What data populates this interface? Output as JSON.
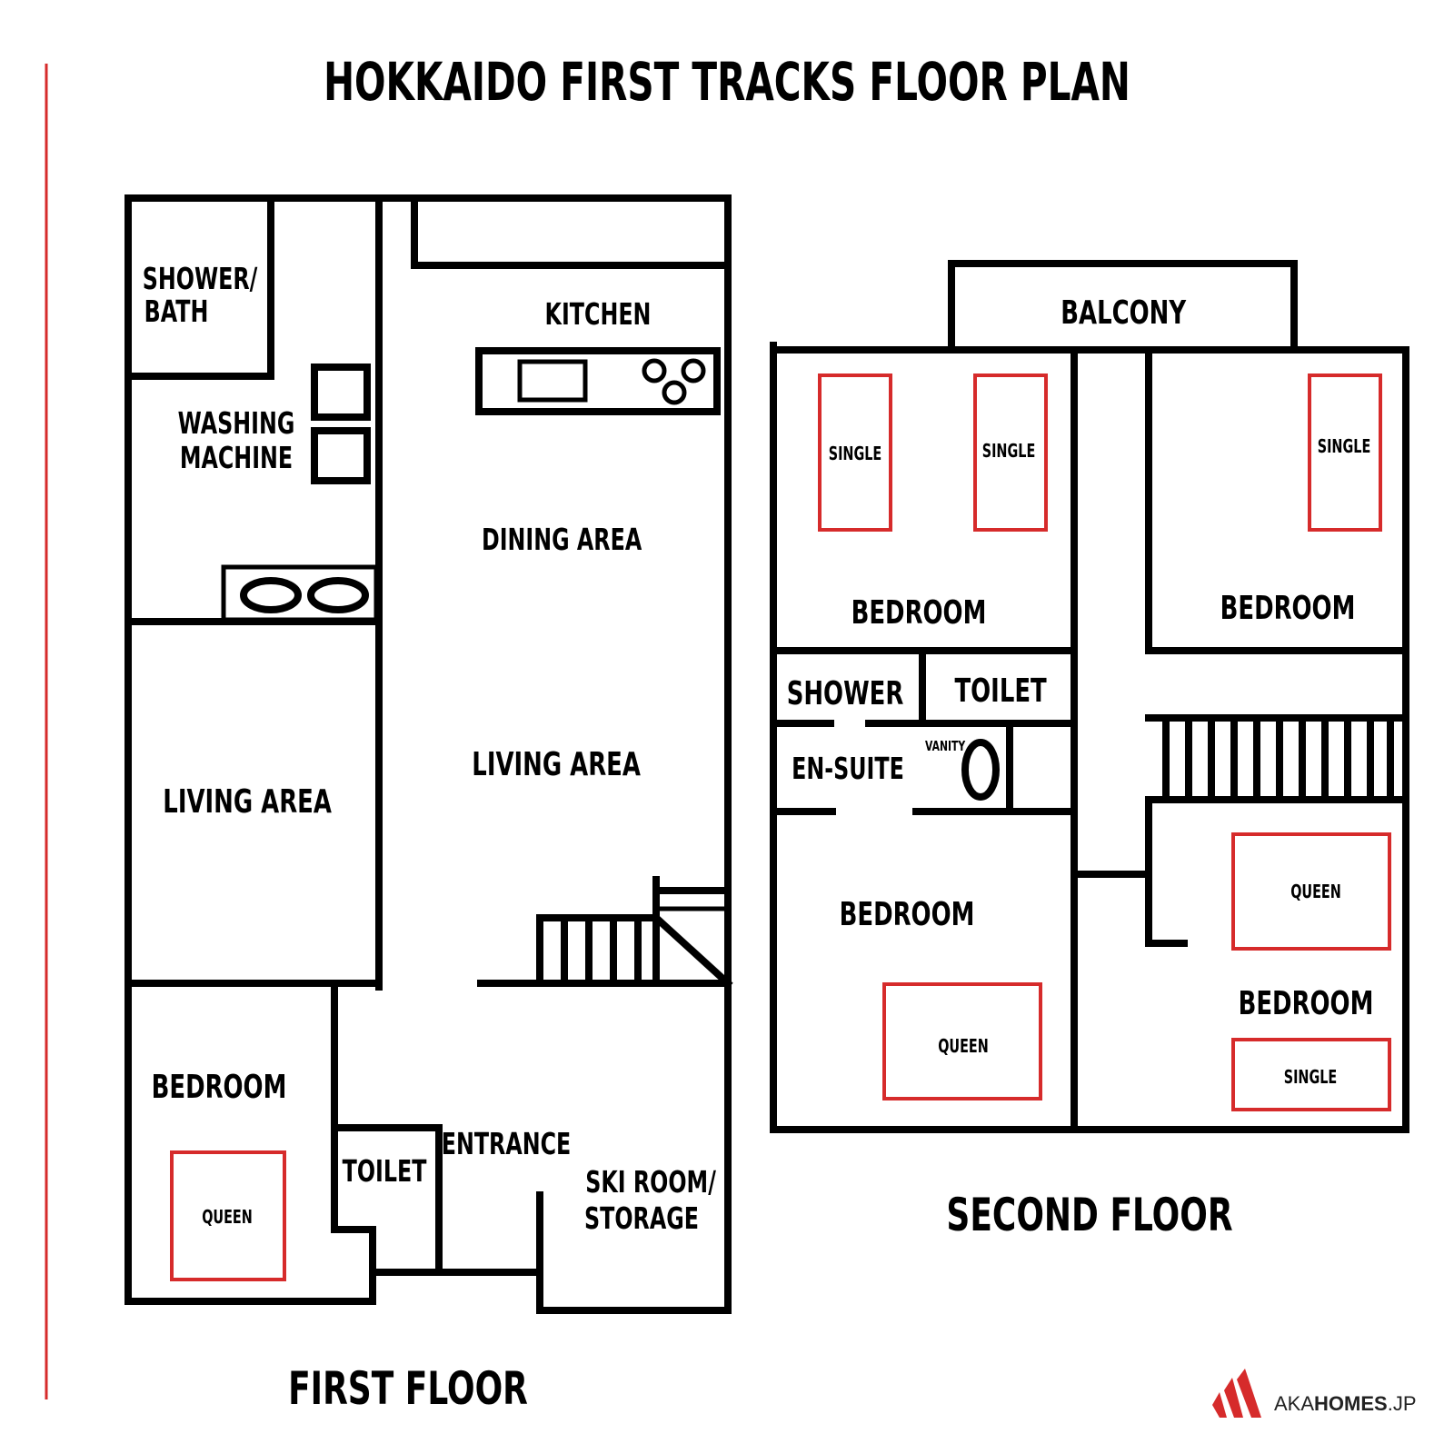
{
  "title": "HOKKAIDO FIRST TRACKS FLOOR PLAN",
  "colors": {
    "accent": "#d62b2b",
    "wall": "#000000",
    "background": "#ffffff"
  },
  "first_floor": {
    "label": "FIRST FLOOR",
    "rooms": {
      "shower_bath_line1": "SHOWER/",
      "shower_bath_line2": "BATH",
      "washing_line1": "WASHING",
      "washing_line2": "MACHINE",
      "kitchen": "KITCHEN",
      "dining": "DINING AREA",
      "living_left": "LIVING AREA",
      "living_center": "LIVING AREA",
      "bedroom": "BEDROOM",
      "toilet": "TOILET",
      "entrance": "ENTRANCE",
      "ski_line1": "SKI ROOM/",
      "ski_line2": "STORAGE"
    },
    "beds": {
      "bedroom_bed": "QUEEN"
    }
  },
  "second_floor": {
    "label": "SECOND FLOOR",
    "rooms": {
      "balcony": "BALCONY",
      "bedroom_nw": "BEDROOM",
      "bedroom_ne": "BEDROOM",
      "shower": "SHOWER",
      "toilet": "TOILET",
      "vanity": "VANITY",
      "en_suite": "EN-SUITE",
      "bedroom_sw": "BEDROOM",
      "bedroom_se": "BEDROOM"
    },
    "beds": {
      "nw_bed_1": "SINGLE",
      "nw_bed_2": "SINGLE",
      "ne_bed": "SINGLE",
      "sw_bed": "QUEEN",
      "se_bed_1": "QUEEN",
      "se_bed_2": "SINGLE"
    }
  },
  "logo": {
    "text_light": "AKA",
    "text_bold": "HOMES",
    "text_suffix": ".JP"
  }
}
